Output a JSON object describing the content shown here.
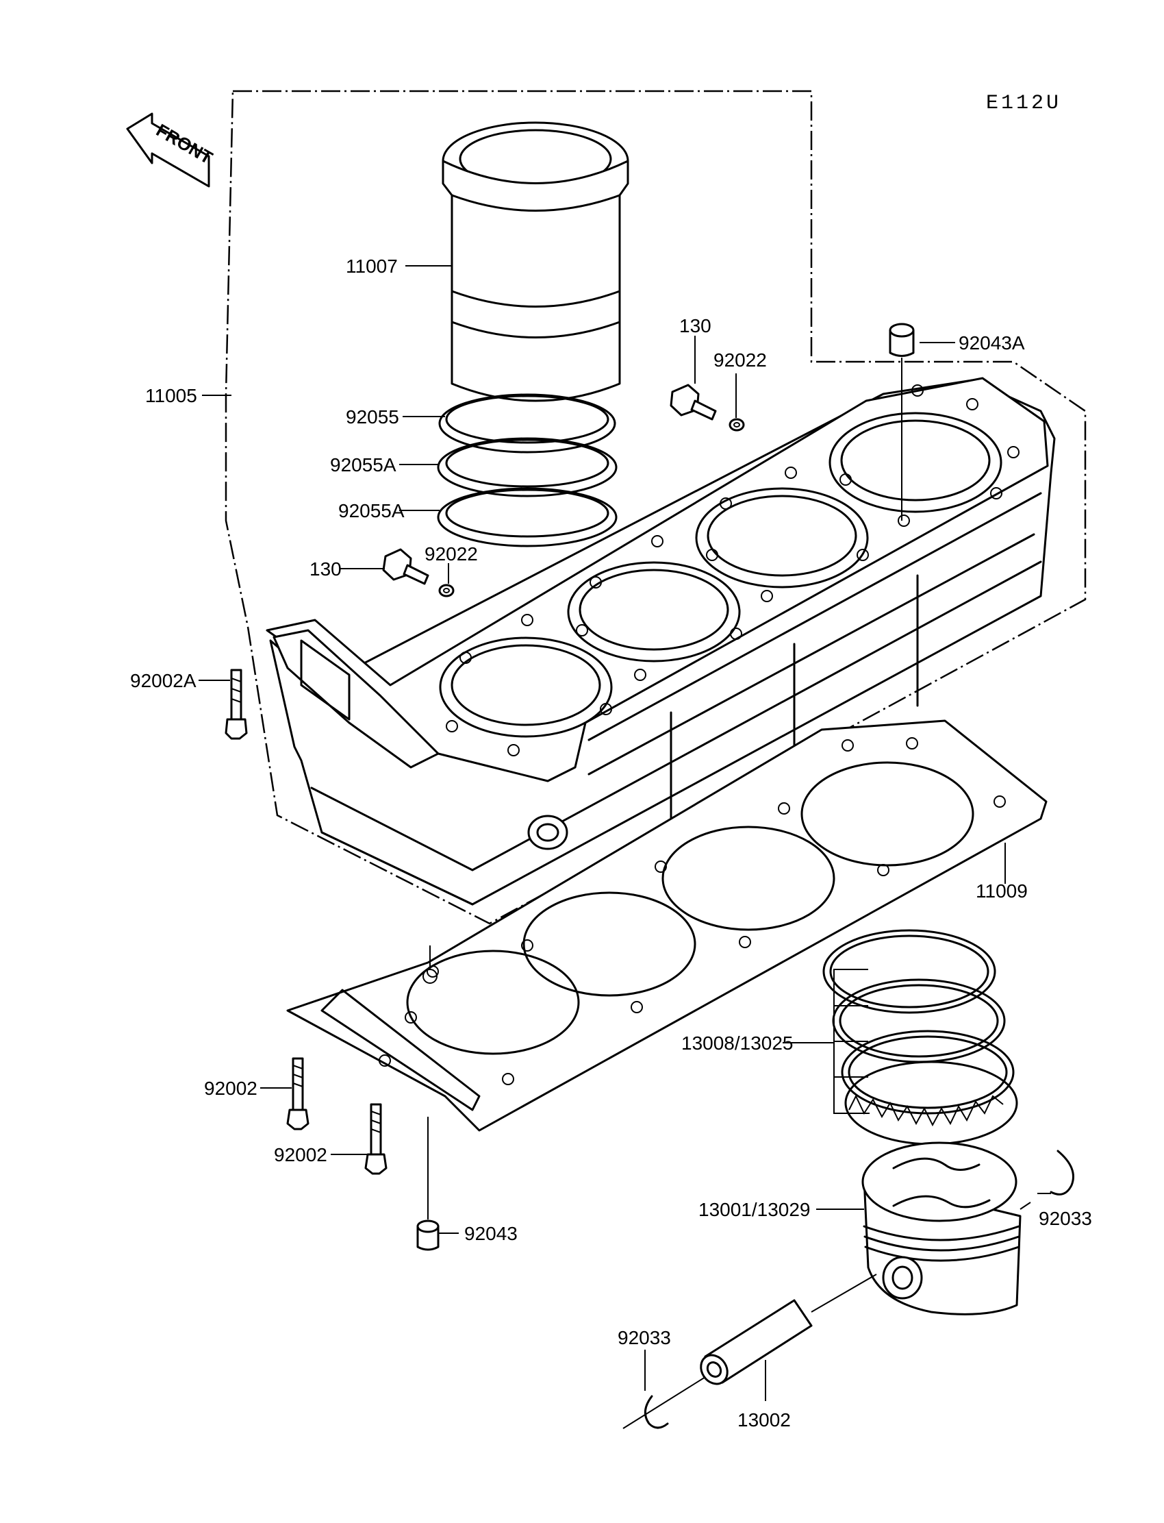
{
  "diagram_code": "E112U",
  "front_label": "FRONT",
  "parts": {
    "cylinder_block": "11005",
    "cylinder_liner": "11007",
    "o_ring_top": "92055",
    "o_ring_a1": "92055A",
    "o_ring_a2": "92055A",
    "bolt_right": "130",
    "washer_right": "92022",
    "bolt_left": "130",
    "washer_left": "92022",
    "dowel_top": "92043A",
    "stud_a": "92002A",
    "head_gasket": "11009",
    "piston_rings": "13008/13025",
    "stud_1": "92002",
    "stud_2": "92002",
    "dowel_bottom": "92043",
    "piston": "13001/13029",
    "circlip_right": "92033",
    "circlip_left": "92033",
    "piston_pin": "13002"
  }
}
